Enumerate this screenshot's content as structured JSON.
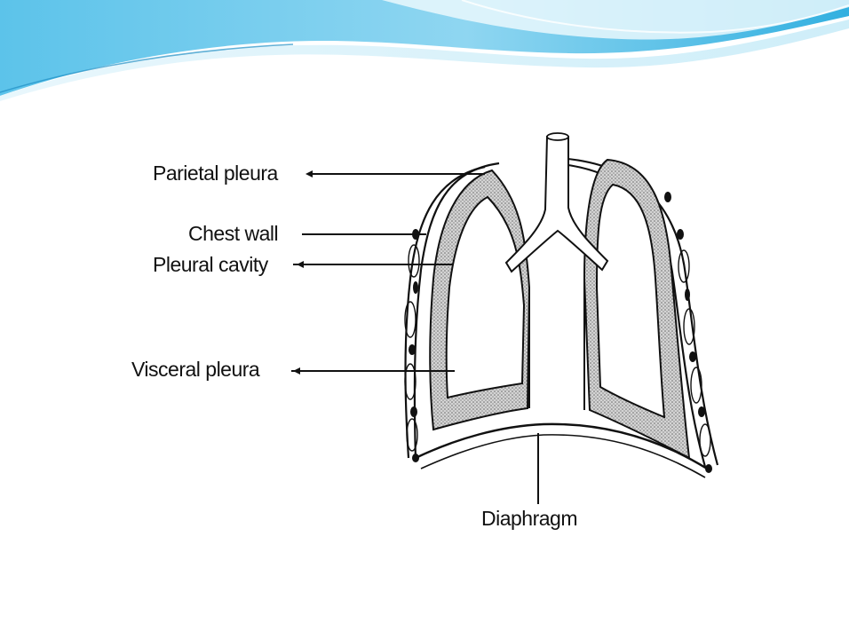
{
  "theme": {
    "wave_dark": "#1ea7d8",
    "wave_light": "#bfe6f6",
    "ink": "#111111",
    "pleural_fill": "#b9b9b9"
  },
  "diagram": {
    "labels": {
      "parietal_pleura": "Parietal pleura",
      "chest_wall": "Chest wall",
      "pleural_cavity": "Pleural cavity",
      "visceral_pleura": "Visceral pleura",
      "diaphragm": "Diaphragm"
    }
  }
}
